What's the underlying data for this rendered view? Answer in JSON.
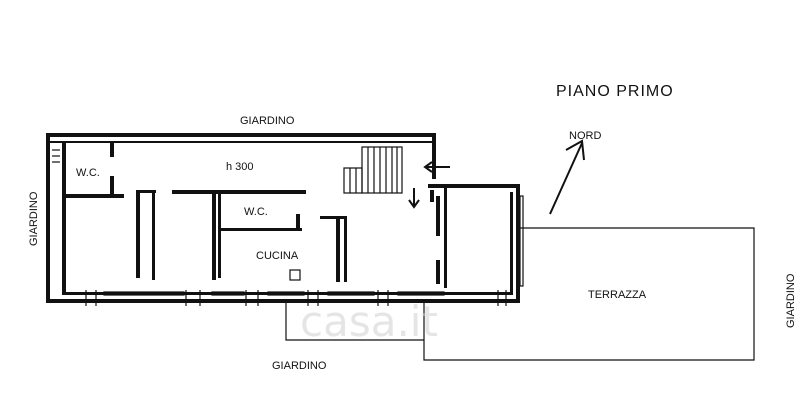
{
  "title": "PIANO PRIMO",
  "labels": {
    "giardino_top": "GIARDINO",
    "giardino_left": "GIARDINO",
    "giardino_bottom": "GIARDINO",
    "giardino_right": "GIARDINO",
    "wc_left": "W.C.",
    "wc_center": "W.C.",
    "height": "h 300",
    "cucina": "CUCINA",
    "terrazza": "TERRAZZA",
    "nord": "NORD"
  },
  "watermark": "casa.it"
}
